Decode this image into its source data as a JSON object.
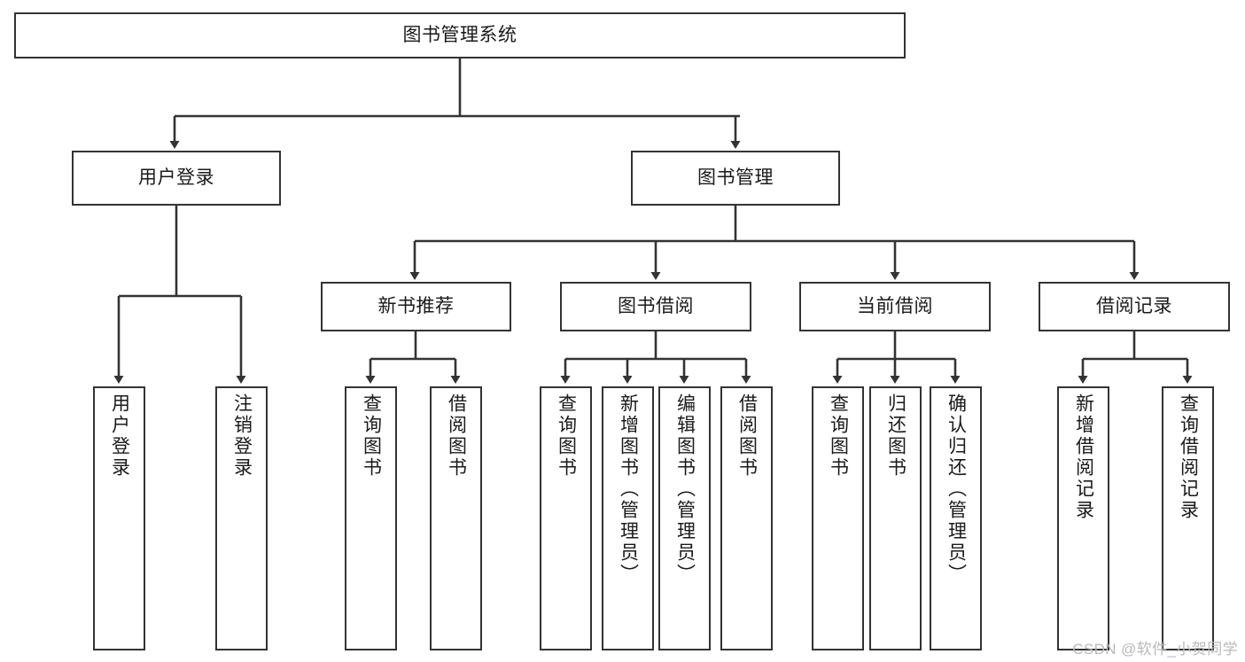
{
  "diagram": {
    "type": "tree",
    "title": "图书管理系统",
    "watermark": "CSDN @软件_小贺同学",
    "colors": {
      "box_border": "#333333",
      "box_fill": "#ffffff",
      "connector": "#333333",
      "text": "#1a1a1a",
      "watermark": "#b9b9b9",
      "background": "#ffffff"
    },
    "levels": {
      "root": {
        "label": "图书管理系统"
      },
      "level2": [
        {
          "label": "用户登录"
        },
        {
          "label": "图书管理"
        }
      ],
      "level3": [
        {
          "label": "新书推荐"
        },
        {
          "label": "图书借阅"
        },
        {
          "label": "当前借阅"
        },
        {
          "label": "借阅记录"
        }
      ],
      "leaves": [
        {
          "label": "用户登录",
          "parent": "用户登录"
        },
        {
          "label": "注销登录",
          "parent": "用户登录"
        },
        {
          "label": "查询图书",
          "parent": "新书推荐"
        },
        {
          "label": "借阅图书",
          "parent": "新书推荐"
        },
        {
          "label": "查询图书",
          "parent": "图书借阅"
        },
        {
          "label": "新增图书（管理员）",
          "parent": "图书借阅"
        },
        {
          "label": "编辑图书（管理员）",
          "parent": "图书借阅"
        },
        {
          "label": "借阅图书",
          "parent": "图书借阅"
        },
        {
          "label": "查询图书",
          "parent": "当前借阅"
        },
        {
          "label": "归还图书",
          "parent": "当前借阅"
        },
        {
          "label": "确认归还（管理员）",
          "parent": "当前借阅"
        },
        {
          "label": "新增借阅记录",
          "parent": "借阅记录"
        },
        {
          "label": "查询借阅记录",
          "parent": "借阅记录"
        }
      ]
    }
  }
}
